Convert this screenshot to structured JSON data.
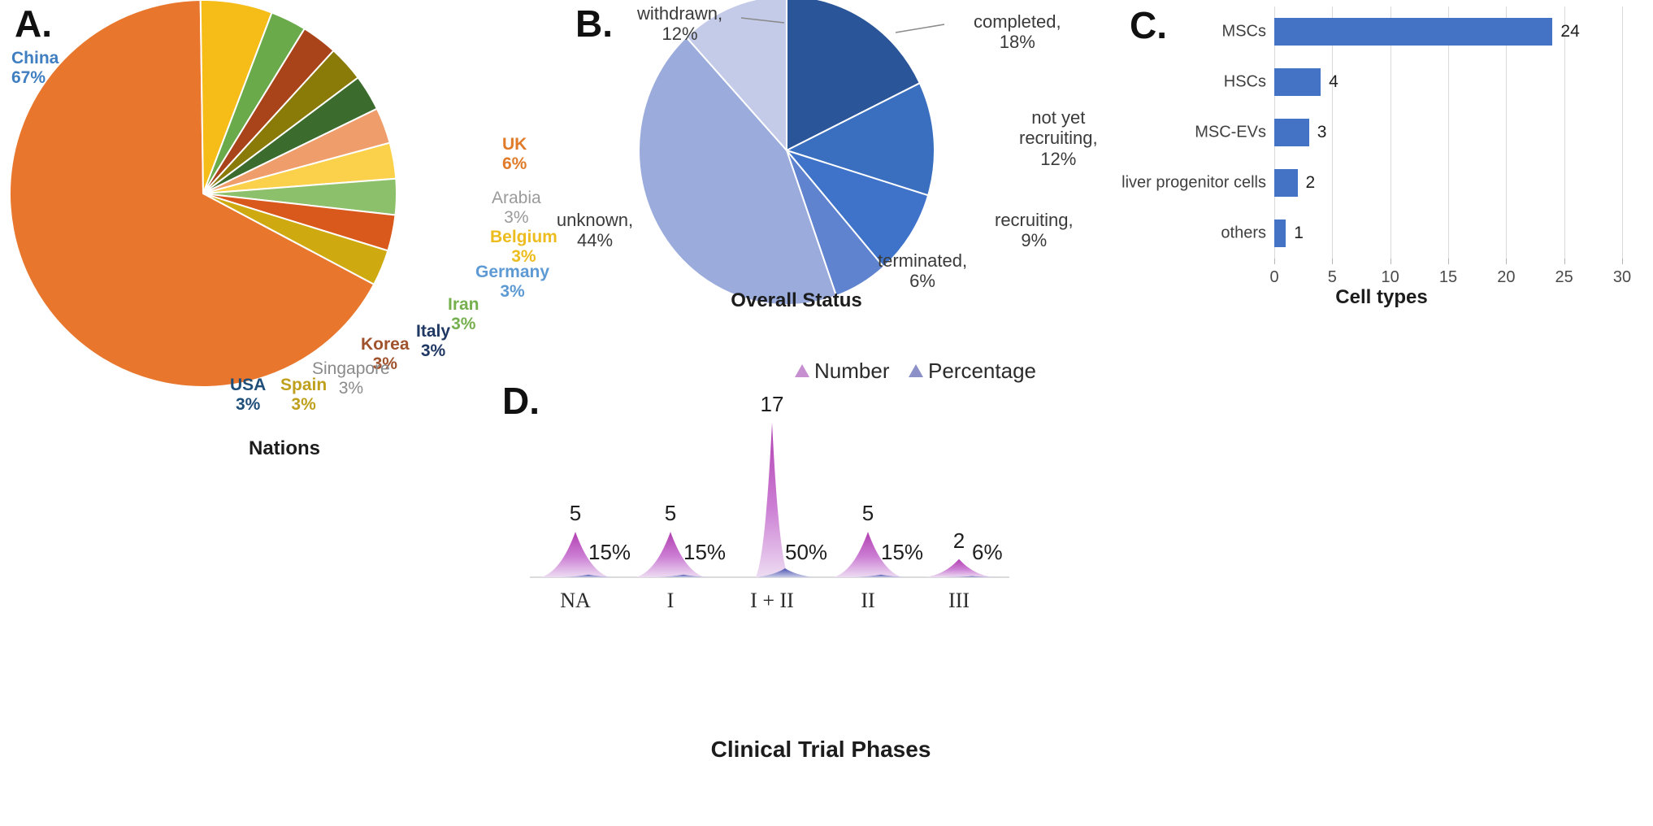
{
  "figure": {
    "panels": [
      "A.",
      "B.",
      "C.",
      "D."
    ]
  },
  "chart_data": [
    {
      "panel": "A.",
      "type": "pie",
      "title": "Nations",
      "xlabel": "Nations",
      "ylabel": "",
      "legend_position": "callout-labels",
      "grid": false,
      "labels": [
        "China",
        "UK",
        "Arabia",
        "Belgium",
        "Germany",
        "Iran",
        "Italy",
        "Korea",
        "Singapore",
        "Spain",
        "USA"
      ],
      "values": [
        67,
        6,
        3,
        3,
        3,
        3,
        3,
        3,
        3,
        3,
        3
      ],
      "value_suffix": "%",
      "slice_colors": [
        "#e8762c",
        "#f6bc17",
        "#6aaa4a",
        "#a8431a",
        "#8a7a08",
        "#3c6b2e",
        "#ef9d6a",
        "#fbd14b",
        "#8dc06a",
        "#d9581b",
        "#ceaa10"
      ],
      "label_colors": [
        "#3f7ec0",
        "#e07b29",
        "#9a9a9a",
        "#edbc1f",
        "#5d9ad4",
        "#76b04e",
        "#1f3864",
        "#a0522d",
        "#8a8a8a",
        "#bfa01c",
        "#1f4e79"
      ],
      "label_weight": [
        "bold",
        "bold",
        "normal",
        "bold",
        "bold",
        "bold",
        "bold",
        "bold",
        "normal",
        "bold",
        "bold"
      ]
    },
    {
      "panel": "B.",
      "type": "pie",
      "title": "Overall Status",
      "xlabel": "Overall Status",
      "ylabel": "",
      "legend_position": "callout-labels",
      "grid": false,
      "labels": [
        "completed",
        "not yet recruiting",
        "recruiting",
        "terminated",
        "unknown",
        "withdrawn"
      ],
      "values": [
        18,
        12,
        9,
        6,
        44,
        12
      ],
      "value_suffix": "%",
      "slice_colors": [
        "#2a5699",
        "#3a6fbf",
        "#3f73c9",
        "#5f83cf",
        "#9aabdc",
        "#c3cbe8"
      ]
    },
    {
      "panel": "C.",
      "type": "bar",
      "orientation": "horizontal",
      "title": "Cell types",
      "xlabel": "Cell types",
      "ylabel": "",
      "categories": [
        "MSCs",
        "HSCs",
        "MSC-EVs",
        "liver progenitor cells",
        "others"
      ],
      "values": [
        24,
        4,
        3,
        2,
        1
      ],
      "xlim": [
        0,
        30
      ],
      "xticks": [
        0,
        5,
        10,
        15,
        20,
        25,
        30
      ],
      "grid": true,
      "bar_color": "#4472c4"
    },
    {
      "panel": "D.",
      "type": "area",
      "title": "Clinical Trial Phases",
      "xlabel": "Clinical Trial Phases",
      "ylabel": "",
      "categories": [
        "NA",
        "I",
        "I + II",
        "II",
        "III"
      ],
      "grid": false,
      "legend_position": "top-right",
      "series": [
        {
          "name": "Number",
          "values": [
            5,
            5,
            17,
            5,
            2
          ],
          "labels": [
            "5",
            "5",
            "17",
            "5",
            "2"
          ],
          "color": "#c06cc0"
        },
        {
          "name": "Percentage",
          "values": [
            15,
            15,
            50,
            15,
            6
          ],
          "labels": [
            "15%",
            "15%",
            "50%",
            "15%",
            "6%"
          ],
          "color": "#6b6fc0"
        }
      ]
    }
  ]
}
